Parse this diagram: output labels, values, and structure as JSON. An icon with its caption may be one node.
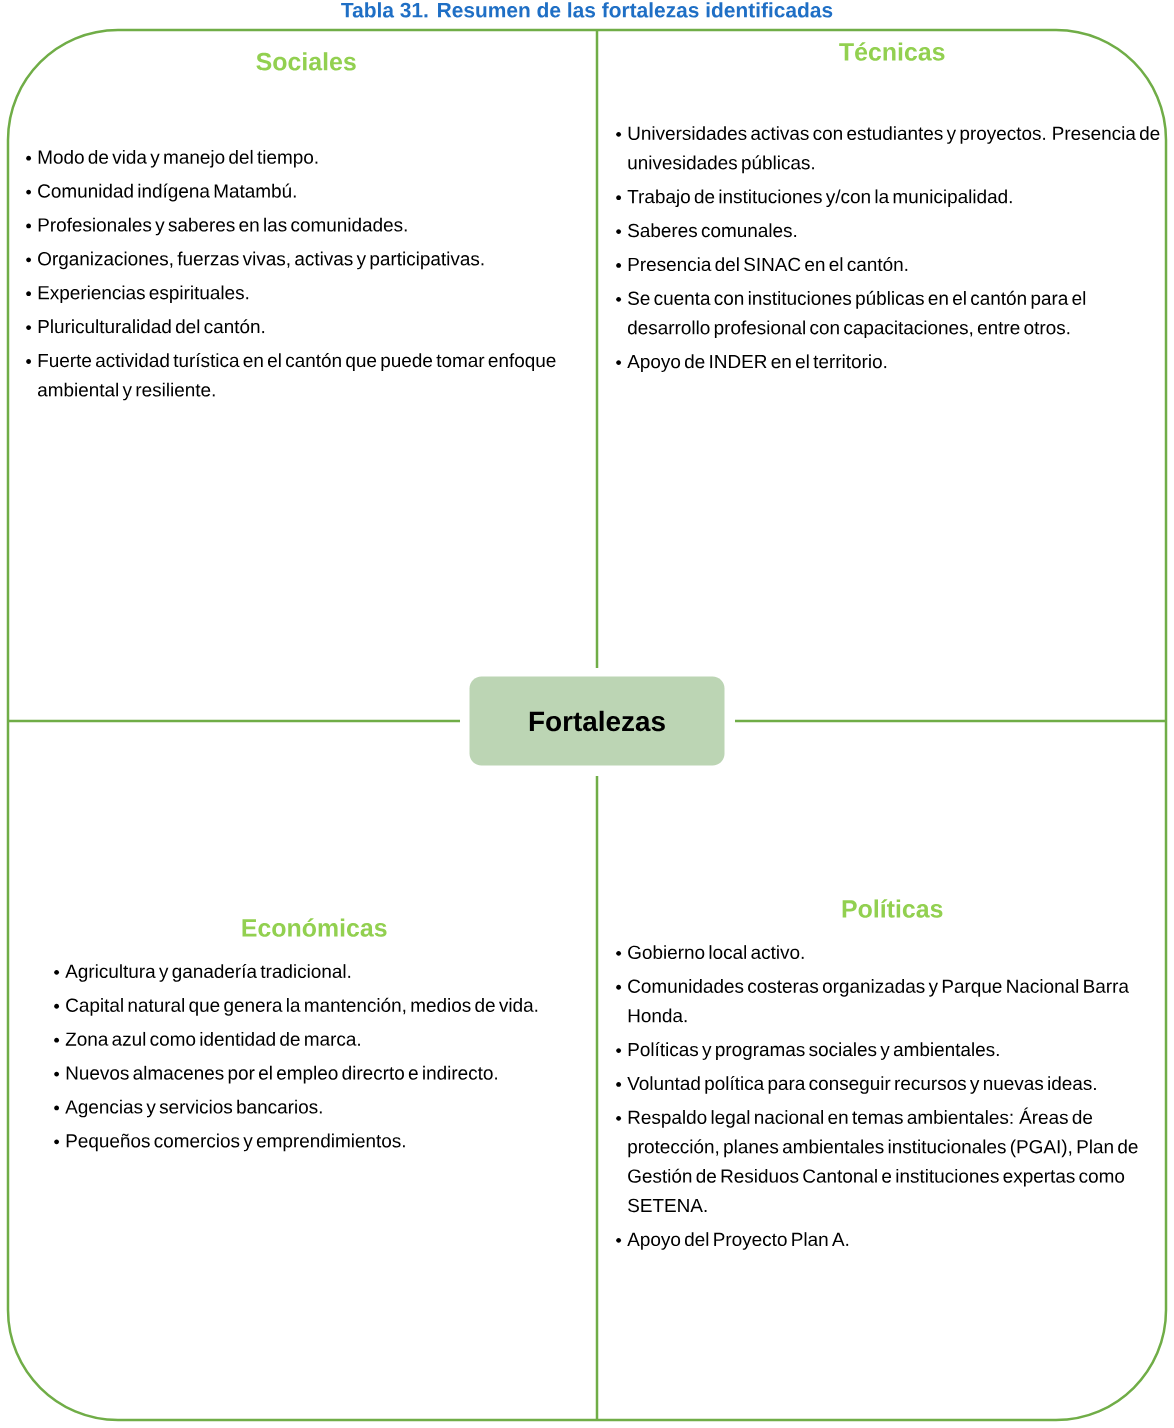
{
  "diagram": {
    "title": "Tabla 31. Resumen de las fortalezas identificadas",
    "nodes": [
      {
        "text": [
          "Sociales",
          "Modo de vida y manejo del tiempo.",
          "Comunidad indígena Matambú.",
          "Profesionales y saberes en las comunidades.",
          "Organizaciones, fuerzas vivas, activas y participativas.",
          "Experiencias espirituales.",
          "Pluriculturalidad del cantón.",
          "Fuerte actividad turística en el cantón que puede tomar enfoque ambiental y resiliente."
        ]
      },
      {
        "text": [
          "Técnicas",
          "Universidades activas con estudiantes y proyectos. Presencia de univesidades públicas.",
          "Trabajo de instituciones y/con la municipalidad.",
          "Saberes comunales.",
          "Presencia del SINAC en el cantón.",
          "Se cuenta con instituciones públicas en el cantón para el desarrollo profesional con capacitaciones, entre otros.",
          "Apoyo de INDER en el territorio."
        ]
      },
      {
        "text": [
          "Fortalezas"
        ]
      },
      {
        "text": [
          "Económicas",
          "Agricultura y ganadería tradicional.",
          "Capital natural que genera la mantención, medios de vida.",
          "Zona azul como identidad de marca.",
          "Nuevos almacenes por el empleo direcrto e indirecto.",
          "Agencias y servicios bancarios.",
          "Pequeños comercios y emprendimientos."
        ]
      },
      {
        "text": [
          "Políticas",
          "Gobierno local activo.",
          "Comunidades costeras organizadas y Parque Nacional Barra Honda.",
          "Políticas y programas sociales y ambientales.",
          "Voluntad política para conseguir recursos y nuevas ideas.",
          "Respaldo legal nacional en temas ambientales: Áreas de protección, planes ambientales institucionales (PGAI), Plan de Gestión de Residuos Cantonal e instituciones expertas como SETENA.",
          "Apoyo del Proyecto Plan A."
        ]
      }
    ]
  }
}
